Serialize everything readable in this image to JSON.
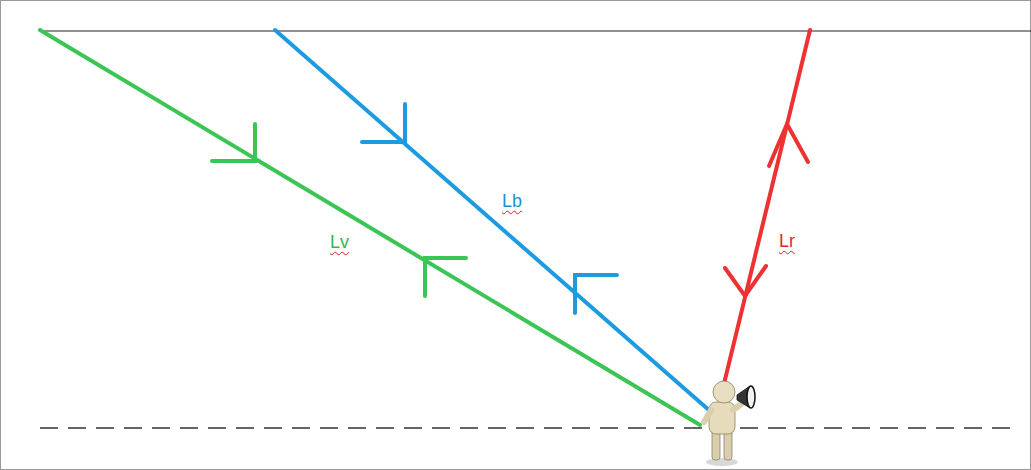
{
  "diagram": {
    "labels": [
      "Lb",
      "Lv",
      "Lr"
    ]
  }
}
